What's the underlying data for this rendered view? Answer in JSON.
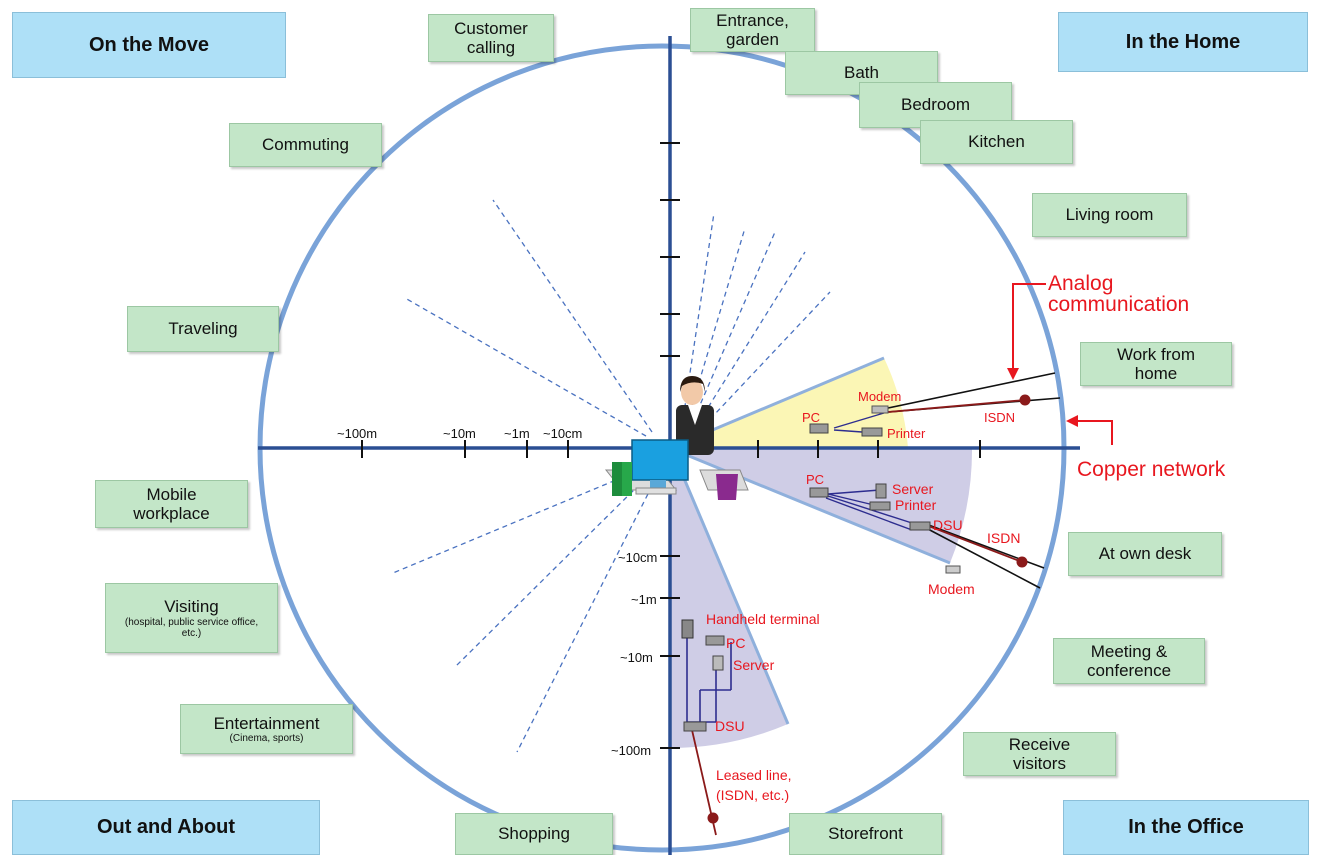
{
  "quadrants": {
    "on_the_move": "On the Move",
    "in_the_home": "In the Home",
    "out_and_about": "Out and About",
    "in_the_office": "In the Office"
  },
  "activities": {
    "customer_calling": "Customer calling",
    "entrance_garden": "Entrance, garden",
    "bath": "Bath",
    "bedroom": "Bedroom",
    "kitchen": "Kitchen",
    "commuting": "Commuting",
    "living_room": "Living room",
    "traveling": "Traveling",
    "work_from_home": "Work from home",
    "mobile_workplace": "Mobile workplace",
    "at_own_desk": "At own desk",
    "visiting": "Visiting",
    "visiting_sub": "(hospital, public service office, etc.)",
    "meeting_conference": "Meeting & conference",
    "entertainment": "Entertainment",
    "entertainment_sub": "(Cinema, sports)",
    "receive_visitors": "Receive visitors",
    "shopping": "Shopping",
    "storefront": "Storefront"
  },
  "callouts": {
    "analog_line1": "Analog",
    "analog_line2": "communication",
    "copper_network": "Copper network"
  },
  "scale": {
    "h_100m": "~100m",
    "h_10m": "~10m",
    "h_1m": "~1m",
    "h_10cm": "~10cm",
    "v_10cm": "~10cm",
    "v_1m": "~1m",
    "v_10m": "~10m",
    "v_100m": "~100m"
  },
  "home_devices": {
    "modem": "Modem",
    "pc": "PC",
    "printer": "Printer",
    "isdn": "ISDN"
  },
  "office_devices": {
    "pc": "PC",
    "server": "Server",
    "printer": "Printer",
    "dsu": "DSU",
    "isdn": "ISDN",
    "modem": "Modem"
  },
  "field_devices": {
    "handheld": "Handheld terminal",
    "pc": "PC",
    "server": "Server",
    "dsu": "DSU",
    "leased1": "Leased line,",
    "leased2": "(ISDN, etc.)"
  },
  "colors": {
    "circle": "#7aa3d8",
    "axis": "#2b4f93",
    "home_sector": "#fbf6b5",
    "office_sector": "#cfcde6",
    "label_red": "#e8171f",
    "box_green": "#c3e6c8",
    "box_blue": "#aee0f7",
    "isdn_line": "#8b1a1a"
  }
}
